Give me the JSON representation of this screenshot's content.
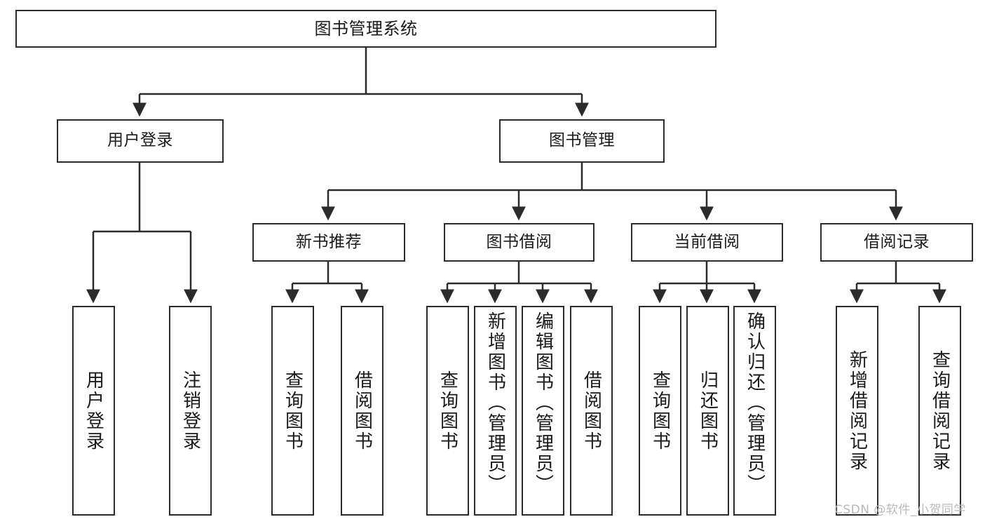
{
  "diagram": {
    "title": "图书管理系统",
    "type": "tree-hierarchy",
    "watermark": "CSDN @软件_小贺同学",
    "colors": {
      "box_border": "#2b2b2b",
      "box_fill": "#ffffff",
      "text": "#1a1a1a",
      "edge": "#2b2b2b",
      "watermark": "#b9b9b9"
    },
    "nodes": {
      "root": {
        "label": "图书管理系统"
      },
      "level2": [
        {
          "id": "user-login",
          "label": "用户登录"
        },
        {
          "id": "book-manage",
          "label": "图书管理"
        }
      ],
      "level3": [
        {
          "id": "new-book-recommend",
          "label": "新书推荐"
        },
        {
          "id": "book-borrow",
          "label": "图书借阅"
        },
        {
          "id": "current-borrow",
          "label": "当前借阅"
        },
        {
          "id": "borrow-record",
          "label": "借阅记录"
        }
      ],
      "leaves": {
        "user-login": [
          {
            "id": "leaf-user-login",
            "label": "用户登录"
          },
          {
            "id": "leaf-logout-login",
            "label": "注销登录"
          }
        ],
        "new-book-recommend": [
          {
            "id": "leaf-query-book-1",
            "label": "查询图书"
          },
          {
            "id": "leaf-borrow-book-1",
            "label": "借阅图书"
          }
        ],
        "book-borrow": [
          {
            "id": "leaf-query-book-2",
            "label": "查询图书"
          },
          {
            "id": "leaf-add-book",
            "label": "新增图书（管理员）"
          },
          {
            "id": "leaf-edit-book",
            "label": "编辑图书（管理员）"
          },
          {
            "id": "leaf-borrow-book-2",
            "label": "借阅图书"
          }
        ],
        "current-borrow": [
          {
            "id": "leaf-query-book-3",
            "label": "查询图书"
          },
          {
            "id": "leaf-return-book",
            "label": "归还图书"
          },
          {
            "id": "leaf-confirm-return",
            "label": "确认归还（管理员）"
          }
        ],
        "borrow-record": [
          {
            "id": "leaf-add-record",
            "label": "新增借阅记录"
          },
          {
            "id": "leaf-query-record",
            "label": "查询借阅记录"
          }
        ]
      }
    }
  }
}
